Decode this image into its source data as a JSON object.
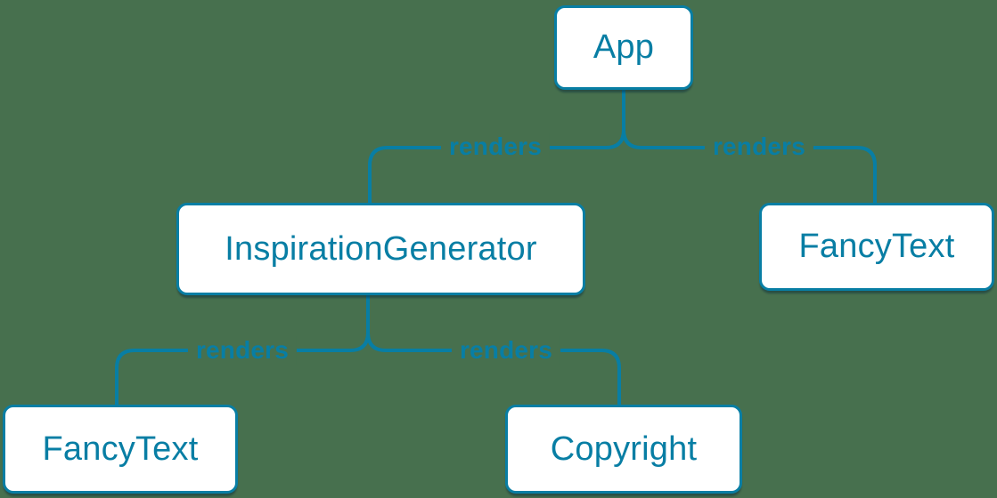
{
  "canvas": {
    "background_color": "#47704E",
    "accent_color": "#087EA4",
    "node_fill_color": "#FFFFFF"
  },
  "diagram": {
    "type": "component-render-tree",
    "nodes": [
      {
        "id": "app",
        "label": "App"
      },
      {
        "id": "inspiration-generator",
        "label": "InspirationGenerator"
      },
      {
        "id": "fancy-text-right",
        "label": "FancyText"
      },
      {
        "id": "fancy-text-left",
        "label": "FancyText"
      },
      {
        "id": "copyright",
        "label": "Copyright"
      }
    ],
    "edges": [
      {
        "from": "App",
        "to": "InspirationGenerator",
        "label": "renders"
      },
      {
        "from": "App",
        "to": "FancyText",
        "label": "renders"
      },
      {
        "from": "InspirationGenerator",
        "to": "FancyText",
        "label": "renders"
      },
      {
        "from": "InspirationGenerator",
        "to": "Copyright",
        "label": "renders"
      }
    ]
  }
}
